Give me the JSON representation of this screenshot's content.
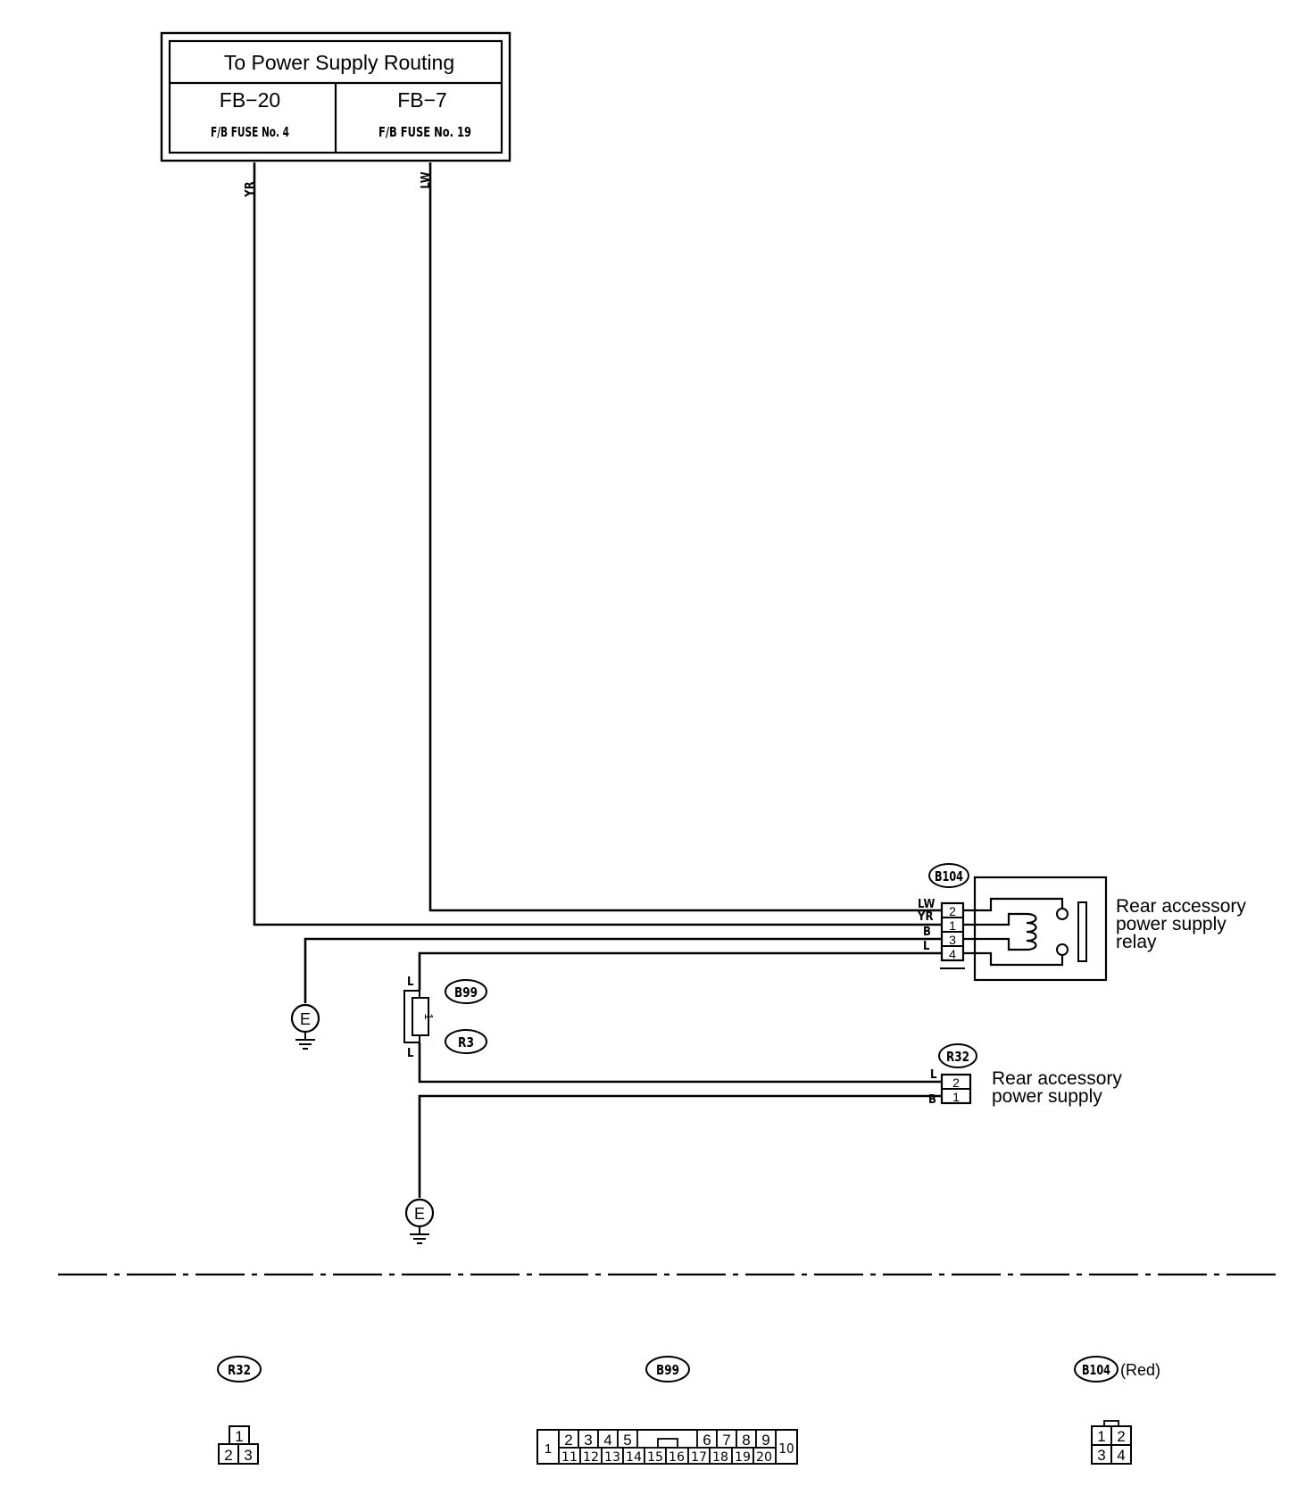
{
  "source_box": {
    "title": "To Power Supply Routing",
    "cells": [
      {
        "code": "FB−20",
        "fuse": "F/B FUSE No. 4"
      },
      {
        "code": "FB−7",
        "fuse": "F/B FUSE No. 19"
      }
    ]
  },
  "wire_colors": {
    "yr": "YR",
    "lw": "LW",
    "b": "B",
    "l": "L"
  },
  "ground_symbol": "E",
  "relay": {
    "connector": "B104",
    "label_lines": [
      "Rear accessory",
      "power supply",
      "relay"
    ],
    "pins": [
      "2",
      "1",
      "3",
      "4"
    ]
  },
  "junction": {
    "connector_top": "B99",
    "connector_bottom": "R3",
    "pin": "1"
  },
  "rear_supply": {
    "connector": "R32",
    "label_lines": [
      "Rear accessory",
      "power supply"
    ],
    "pins": [
      "2",
      "1"
    ]
  },
  "connector_views": [
    {
      "id": "R32",
      "extra": "",
      "rows": [
        [
          "1"
        ],
        [
          "2",
          "3"
        ]
      ]
    },
    {
      "id": "B99",
      "extra": "",
      "left": "1",
      "right": "10",
      "top": [
        "2",
        "3",
        "4",
        "5",
        "6",
        "7",
        "8",
        "9"
      ],
      "bottom": [
        "11",
        "12",
        "13",
        "14",
        "15",
        "16",
        "17",
        "18",
        "19",
        "20"
      ]
    },
    {
      "id": "B104",
      "extra": "(Red)",
      "rows": [
        [
          "1",
          "2"
        ],
        [
          "3",
          "4"
        ]
      ]
    }
  ]
}
